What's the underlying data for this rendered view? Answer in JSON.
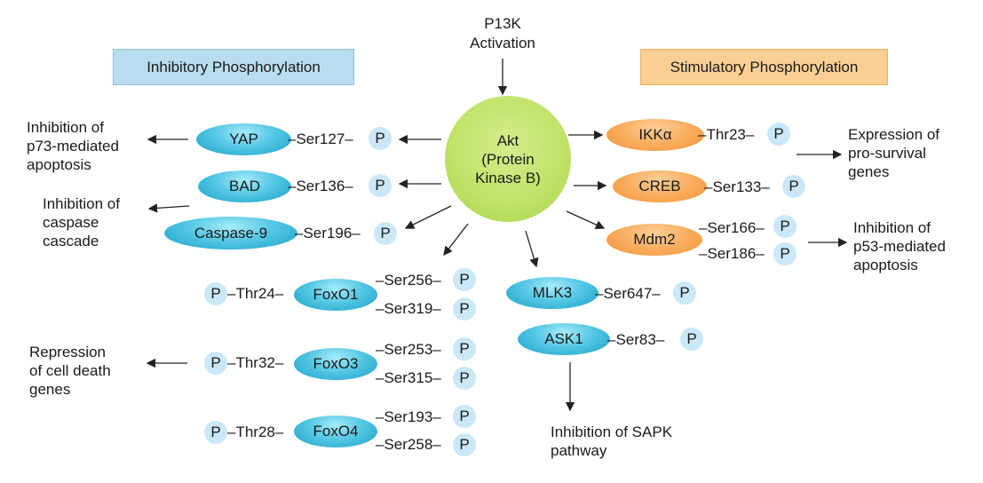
{
  "top_label": "P13K\nActivation",
  "inhibitory_header": "Inhibitory Phosphorylation",
  "stimulatory_header": "Stimulatory Phosphorylation",
  "akt": "Akt\n(Protein\nKinase B)",
  "p": "P",
  "targets": {
    "yap": {
      "name": "YAP",
      "site": "Ser127"
    },
    "bad": {
      "name": "BAD",
      "site": "Ser136"
    },
    "casp9": {
      "name": "Caspase-9",
      "site": "Ser196"
    },
    "foxo1": {
      "name": "FoxO1",
      "left_site": "Thr24",
      "site1": "Ser256",
      "site2": "Ser319"
    },
    "foxo3": {
      "name": "FoxO3",
      "left_site": "Thr32",
      "site1": "Ser253",
      "site2": "Ser315"
    },
    "foxo4": {
      "name": "FoxO4",
      "left_site": "Thr28",
      "site1": "Ser193",
      "site2": "Ser258"
    },
    "mlk3": {
      "name": "MLK3",
      "site": "Ser647"
    },
    "ask1": {
      "name": "ASK1",
      "site": "Ser83"
    },
    "ikka": {
      "name": "IKKα",
      "site": "Thr23"
    },
    "creb": {
      "name": "CREB",
      "site": "Ser133"
    },
    "mdm2": {
      "name": "Mdm2",
      "site1": "Ser166",
      "site2": "Ser186"
    }
  },
  "outcomes": {
    "p73": "Inhibition of\np73-mediated\napoptosis",
    "caspase": "Inhibition of\ncaspase\ncascade",
    "death": "Repression\nof cell death\ngenes",
    "survival": "Expression of\npro-survival\ngenes",
    "p53": "Inhibition of\np53-mediated\napoptosis",
    "sapk": "Inhibition of SAPK\npathway"
  }
}
